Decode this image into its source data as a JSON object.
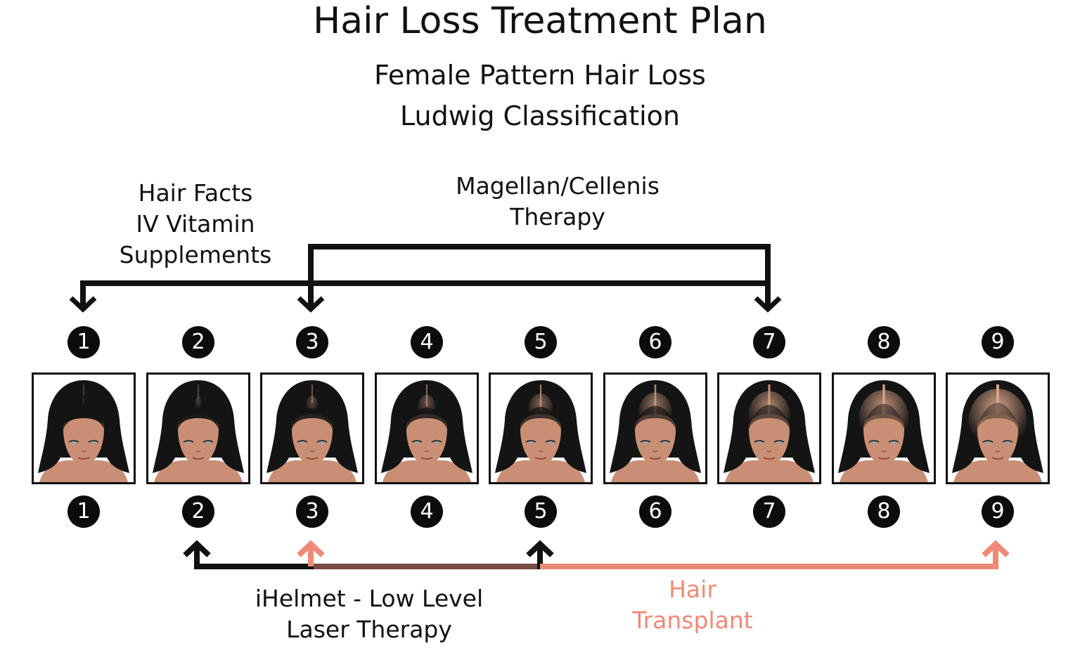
{
  "title": "Hair Loss Treatment Plan",
  "subtitle_line1": "Female Pattern Hair Loss",
  "subtitle_line2": "Ludwig Classification",
  "treatments": {
    "supplements": {
      "line1": "Hair Facts",
      "line2": "IV Vitamin",
      "line3": "Supplements",
      "stages": [
        1,
        7
      ]
    },
    "magellan": {
      "line1": "Magellan/Cellenis",
      "line2": "Therapy",
      "stages": [
        3,
        7
      ]
    },
    "ihelmet": {
      "line1": "iHelmet - Low Level",
      "line2": "Laser Therapy",
      "stages": [
        2,
        5
      ]
    },
    "transplant": {
      "line1": "Hair",
      "line2": "Transplant",
      "stages": [
        3,
        9
      ]
    }
  },
  "stages": [
    {
      "num": "1",
      "loss": 0.0
    },
    {
      "num": "2",
      "loss": 0.08
    },
    {
      "num": "3",
      "loss": 0.18
    },
    {
      "num": "4",
      "loss": 0.28
    },
    {
      "num": "5",
      "loss": 0.4
    },
    {
      "num": "6",
      "loss": 0.55
    },
    {
      "num": "7",
      "loss": 0.7
    },
    {
      "num": "8",
      "loss": 0.85
    },
    {
      "num": "9",
      "loss": 1.0
    }
  ],
  "colors": {
    "ink": "#111111",
    "transplant": "#ef8a78",
    "overlap": "#7a4a44",
    "hair": "#141414",
    "scalp": "#d9a58a",
    "skin": "#c98f75"
  }
}
